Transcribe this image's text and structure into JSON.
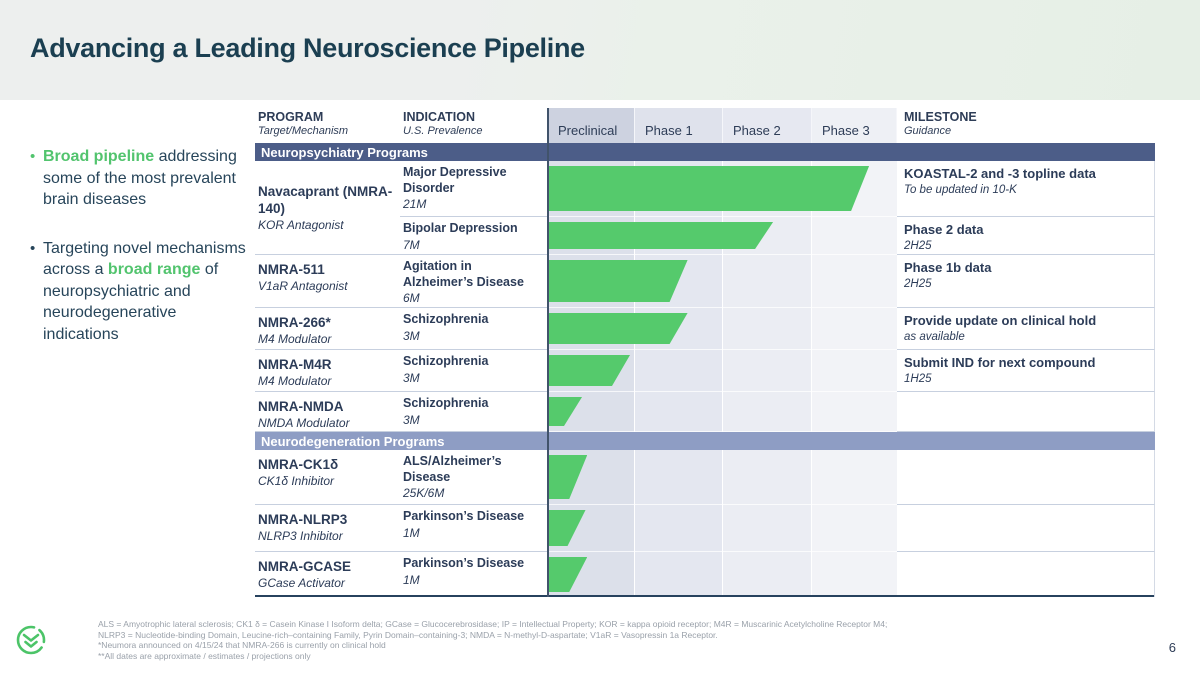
{
  "slide": {
    "title": "Advancing a Leading Neuroscience Pipeline",
    "page_number": "6",
    "accent_green": "#55ca6c",
    "band_dark": "#4c5d88",
    "band_light": "#8e9dc4"
  },
  "sidebar": {
    "bullet1": {
      "highlight": "Broad pipeline",
      "rest": " addressing some of the most prevalent brain diseases"
    },
    "bullet2": {
      "pre": "Targeting novel mechanisms across a ",
      "highlight": "broad range",
      "post": " of neuropsychiatric and neurodegenerative indications"
    }
  },
  "table": {
    "headers": {
      "program": "PROGRAM",
      "program_sub": "Target/Mechanism",
      "indication": "INDICATION",
      "indication_sub": "U.S. Prevalence",
      "phases": [
        "Preclinical",
        "Phase 1",
        "Phase 2",
        "Phase 3"
      ],
      "milestone": "MILESTONE",
      "milestone_sub": "Guidance"
    },
    "sections": {
      "neuropsychiatry": "Neuropsychiatry Programs",
      "neurodegeneration": "Neurodegeneration Programs"
    },
    "rows": [
      {
        "program": "Navacaprant (NMRA-140)",
        "mechanism": "KOR Antagonist",
        "indication": "Major Depressive Disorder",
        "prevalence": "21M",
        "phase_progress": 3.68,
        "milestone": "KOASTAL-2 and -3 topline data",
        "guidance": "To be updated in 10-K"
      },
      {
        "indication": "Bipolar Depression",
        "prevalence": "7M",
        "phase_progress": 2.58,
        "milestone": "Phase 2 data",
        "guidance": "2H25"
      },
      {
        "program": "NMRA-511",
        "mechanism": "V1aR Antagonist",
        "indication": "Agitation in Alzheimer’s Disease",
        "prevalence": "6M",
        "phase_progress": 1.6,
        "milestone": "Phase 1b data",
        "guidance": "2H25"
      },
      {
        "program": "NMRA-266*",
        "mechanism": "M4 Modulator",
        "indication": "Schizophrenia",
        "prevalence": "3M",
        "phase_progress": 1.6,
        "milestone": "Provide update on clinical hold",
        "guidance": "as available"
      },
      {
        "program": "NMRA-M4R",
        "mechanism": "M4 Modulator",
        "indication": "Schizophrenia",
        "prevalence": "3M",
        "phase_progress": 0.94,
        "milestone": "Submit IND for next compound",
        "guidance": "1H25"
      },
      {
        "program": "NMRA-NMDA",
        "mechanism": "NMDA Modulator",
        "indication": "Schizophrenia",
        "prevalence": "3M",
        "phase_progress": 0.39,
        "milestone": "",
        "guidance": ""
      },
      {
        "program": "NMRA-CK1δ",
        "mechanism": "CK1δ Inhibitor",
        "indication": "ALS/Alzheimer’s Disease",
        "prevalence": "25K/6M",
        "phase_progress": 0.45,
        "milestone": "",
        "guidance": ""
      },
      {
        "program": "NMRA-NLRP3",
        "mechanism": "NLRP3 Inhibitor",
        "indication": "Parkinson’s Disease",
        "prevalence": "1M",
        "phase_progress": 0.43,
        "milestone": "",
        "guidance": ""
      },
      {
        "program": "NMRA-GCASE",
        "mechanism": "GCase Activator",
        "indication": "Parkinson’s Disease",
        "prevalence": "1M",
        "phase_progress": 0.45,
        "milestone": "",
        "guidance": ""
      }
    ]
  },
  "footnotes": {
    "line1": "ALS = Amyotrophic lateral sclerosis; CK1 δ = Casein Kinase I Isoform delta; GCase = Glucocerebrosidase; IP = Intellectual Property; KOR = kappa opioid receptor;  M4R = Muscarinic Acetylcholine Receptor M4;",
    "line2": "NLRP3 = Nucleotide-binding Domain, Leucine-rich–containing Family, Pyrin Domain–containing-3; NMDA = N-methyl-D-aspartate; V1aR = Vasopressin 1a Receptor.",
    "line3": "*Neumora announced on 4/15/24 that NMRA-266 is currently on clinical hold",
    "line4": "**All dates are approximate / estimates / projections only"
  }
}
